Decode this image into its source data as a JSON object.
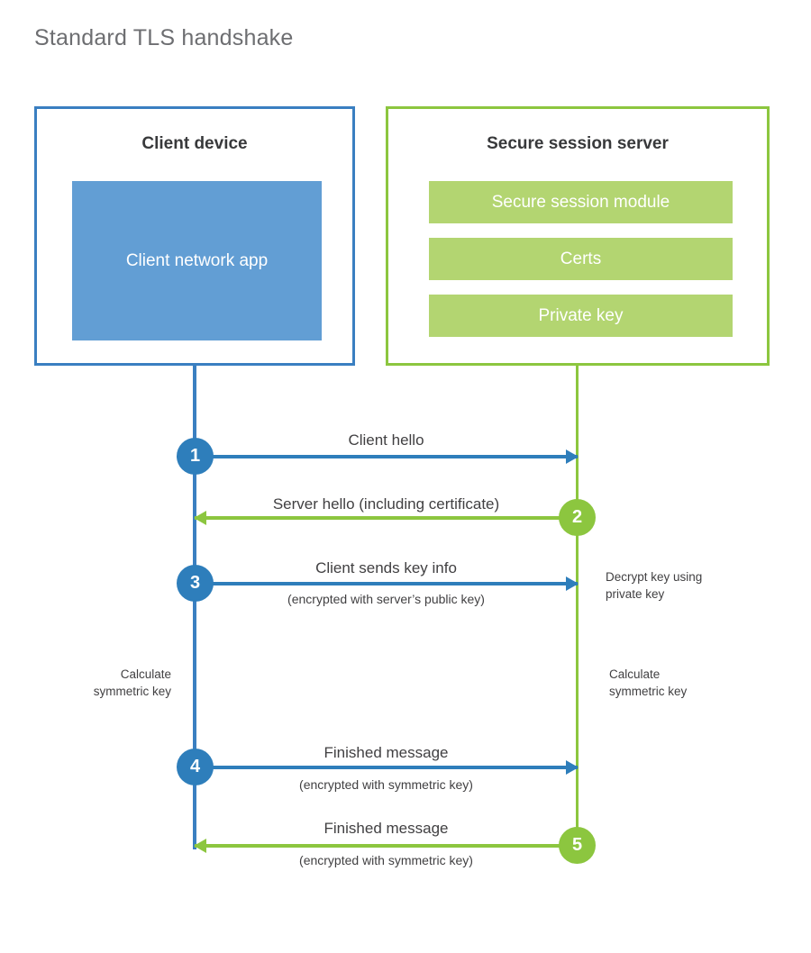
{
  "title": "Standard TLS handshake",
  "colors": {
    "client_border": "#3a7fc1",
    "client_fill": "#629ed4",
    "server_border": "#8cc63f",
    "server_fill": "#b3d571",
    "blue_accent": "#2e7ebb",
    "green_accent": "#8cc63f",
    "title_text": "#6d6e71",
    "body_text": "#414042",
    "background": "#ffffff"
  },
  "actors": {
    "client": {
      "title": "Client device",
      "app_label": "Client network app"
    },
    "server": {
      "title": "Secure session server",
      "components": [
        "Secure session module",
        "Certs",
        "Private key"
      ]
    }
  },
  "steps": [
    {
      "number": "1",
      "label": "Client hello",
      "sublabel": "",
      "direction": "client-to-server",
      "color": "blue"
    },
    {
      "number": "2",
      "label": "Server hello (including certificate)",
      "sublabel": "",
      "direction": "server-to-client",
      "color": "green"
    },
    {
      "number": "3",
      "label": "Client sends key info",
      "sublabel": "(encrypted with server’s public key)",
      "direction": "client-to-server",
      "color": "blue"
    },
    {
      "number": "4",
      "label": "Finished message",
      "sublabel": "(encrypted with symmetric key)",
      "direction": "client-to-server",
      "color": "blue"
    },
    {
      "number": "5",
      "label": "Finished message",
      "sublabel": "(encrypted with symmetric key)",
      "direction": "server-to-client",
      "color": "green"
    }
  ],
  "notes": {
    "server_decrypt": "Decrypt key using\nprivate key",
    "client_calculate": "Calculate\nsymmetric key",
    "server_calculate": "Calculate\nsymmetric key"
  }
}
